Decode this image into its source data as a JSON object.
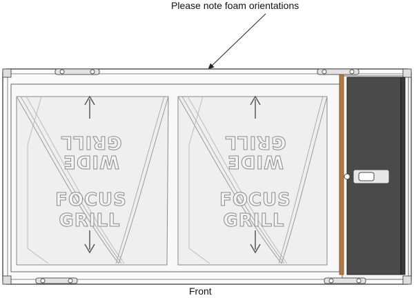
{
  "callout": {
    "note_text": "Please note foam orientations"
  },
  "footer": {
    "front_label": "Front"
  },
  "panels": [
    {
      "top_label_1": "WIDE",
      "top_label_2": "GRILL",
      "bottom_label_1": "FOCUS",
      "bottom_label_2": "GRILL"
    },
    {
      "top_label_1": "WIDE",
      "top_label_2": "GRILL",
      "bottom_label_1": "FOCUS",
      "bottom_label_2": "GRILL"
    }
  ],
  "colors": {
    "case_outline": "#555555",
    "divider_wood": "#b07a45",
    "side_compartment": "#4a4a4a",
    "foam": "#eeeeee"
  }
}
